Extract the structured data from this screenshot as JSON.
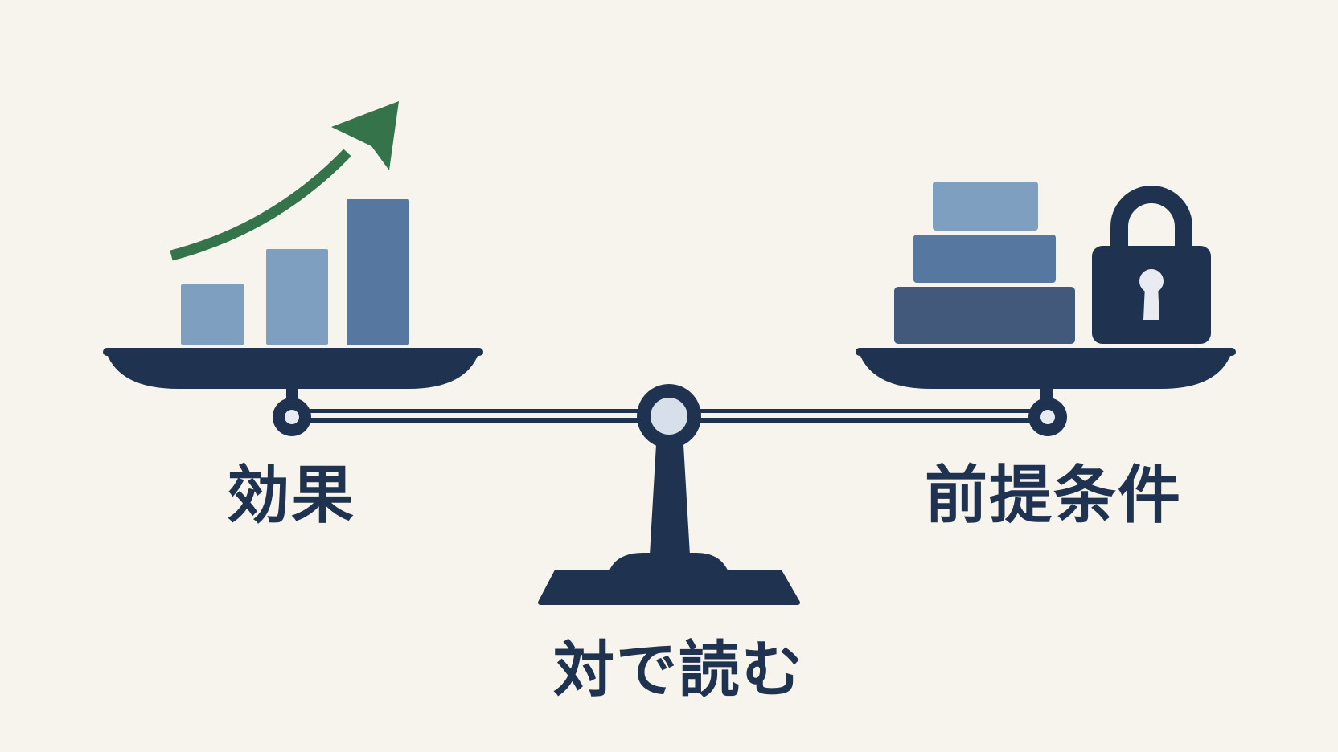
{
  "labels": {
    "left": "効果",
    "right": "前提条件",
    "bottom": "対で読む"
  },
  "icons": {
    "left_pan": [
      "bar-chart-icon",
      "growth-arrow-icon"
    ],
    "right_pan": [
      "stacked-blocks-icon",
      "padlock-icon"
    ]
  },
  "colors": {
    "background": "#F6F4EC",
    "navy": "#1F3350",
    "arrow_green": "#35734A",
    "bar_light": "#7E9FC0",
    "bar_mid": "#5577A0",
    "bar_dark": "#4A6A94",
    "pivot_fill": "#D7DFEA",
    "ring_fill": "#E8ECF2"
  }
}
